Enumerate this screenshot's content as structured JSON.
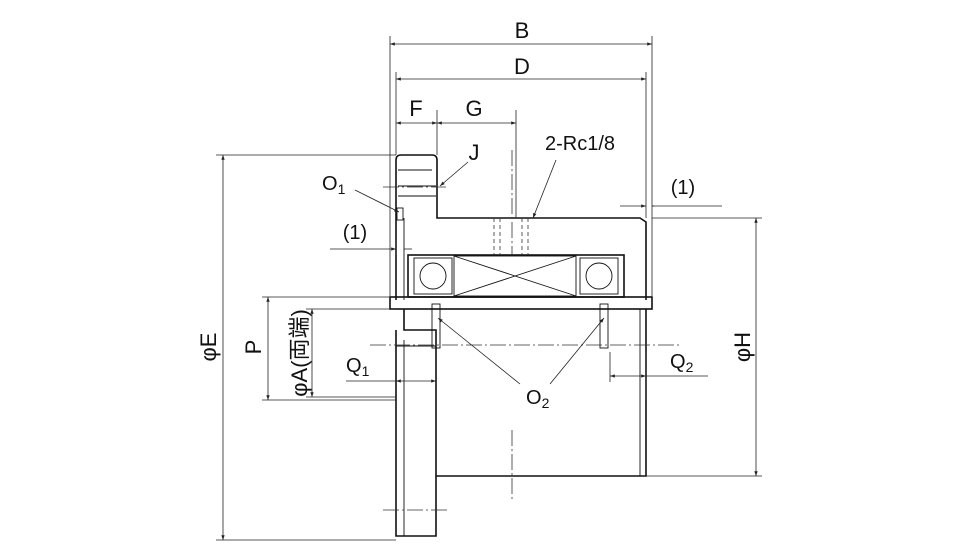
{
  "labels": {
    "B": "B",
    "D": "D",
    "F": "F",
    "G": "G",
    "J": "J",
    "rc": "2-Rc1/8",
    "o1_main": "O",
    "o1_sub": "1",
    "one_left": "(1)",
    "one_right": "(1)",
    "phiE": "φE",
    "P": "P",
    "phiA": "φA(両端)",
    "q1_main": "Q",
    "q1_sub": "1",
    "o2_main": "O",
    "o2_sub": "2",
    "q2_main": "Q",
    "q2_sub": "2",
    "phiH": "φH"
  }
}
